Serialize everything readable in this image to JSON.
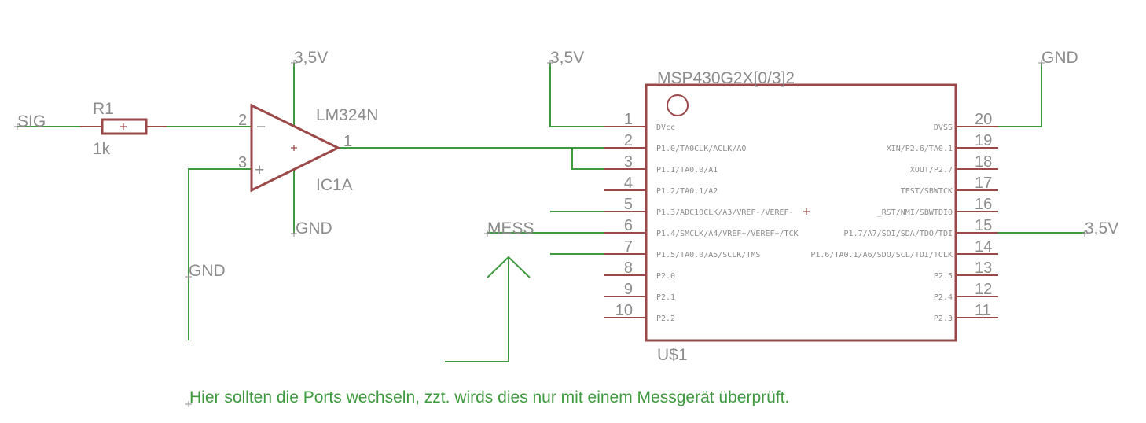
{
  "schematic": {
    "resistor": {
      "name": "R1",
      "value": "1k"
    },
    "opamp": {
      "type": "LM324N",
      "ref": "IC1A",
      "pin_inv": "2",
      "pin_noninv": "3",
      "pin_out": "1",
      "minus": "−",
      "plus": "+"
    },
    "nets": {
      "sig": "SIG",
      "vcc_opamp": "3,5V",
      "gnd_opamp": "GND",
      "gnd_noninv": "GND",
      "vcc_mcu": "3,5V",
      "gnd_mcu": "GND",
      "mess": "MESS",
      "vcc_pin15": "3,5V"
    },
    "mcu": {
      "name": "MSP430G2X[0/3]2",
      "ref": "U$1",
      "left_pins": [
        {
          "num": "1",
          "label": "DVcc"
        },
        {
          "num": "2",
          "label": "P1.0/TA0CLK/ACLK/A0"
        },
        {
          "num": "3",
          "label": "P1.1/TA0.0/A1"
        },
        {
          "num": "4",
          "label": "P1.2/TA0.1/A2"
        },
        {
          "num": "5",
          "label": "P1.3/ADC10CLK/A3/VREF-/VEREF-"
        },
        {
          "num": "6",
          "label": "P1.4/SMCLK/A4/VREF+/VEREF+/TCK"
        },
        {
          "num": "7",
          "label": "P1.5/TA0.0/A5/SCLK/TMS"
        },
        {
          "num": "8",
          "label": "P2.0"
        },
        {
          "num": "9",
          "label": "P2.1"
        },
        {
          "num": "10",
          "label": "P2.2"
        }
      ],
      "right_pins": [
        {
          "num": "20",
          "label": "DVSS"
        },
        {
          "num": "19",
          "label": "XIN/P2.6/TA0.1"
        },
        {
          "num": "18",
          "label": "XOUT/P2.7"
        },
        {
          "num": "17",
          "label": "TEST/SBWTCK"
        },
        {
          "num": "16",
          "label": "_RST/NMI/SBWTDIO"
        },
        {
          "num": "15",
          "label": "P1.7/A7/SDI/SDA/TDO/TDI"
        },
        {
          "num": "14",
          "label": "P1.6/TA0.1/A6/SDO/SCL/TDI/TCLK"
        },
        {
          "num": "13",
          "label": "P2.5"
        },
        {
          "num": "12",
          "label": "P2.4"
        },
        {
          "num": "11",
          "label": "P2.3"
        }
      ]
    },
    "note": "Hier sollten die Ports wechseln, zzt. wirds dies nur mit einem Messgerät überprüft."
  }
}
